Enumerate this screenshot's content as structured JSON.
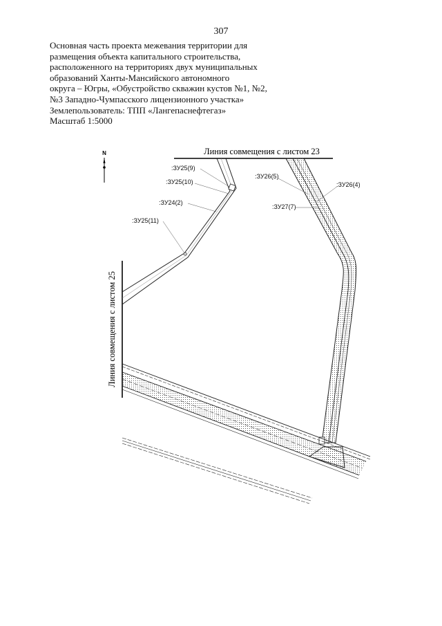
{
  "page_number": "307",
  "header": {
    "lines": [
      "Основная часть проекта межевания территории для",
      "размещения объекта капитального строительства,",
      "расположенного на территориях двух муниципальных",
      "образований Ханты-Мансийского автономного",
      "округа – Югры, «Обустройство скважин кустов №1, №2,",
      "№3 Западно-Чумпасского лицензионного участка»"
    ],
    "land_user": "Землепользователь: ТПП «Лангепаснефтегаз»",
    "scale": "Масштаб 1:5000"
  },
  "map": {
    "north_label": "N",
    "match_line_top": "Линия совмещения с листом 23",
    "match_line_left": "Линия совмещения с листом 25",
    "parcels": {
      "zu25_9": ":ЗУ25(9)",
      "zu25_10": ":ЗУ25(10)",
      "zu24_2": ":ЗУ24(2)",
      "zu25_11": ":ЗУ25(11)",
      "zu26_5": ":ЗУ26(5)",
      "zu26_4": ":ЗУ26(4)",
      "zu27_7": ":ЗУ27(7)"
    }
  }
}
